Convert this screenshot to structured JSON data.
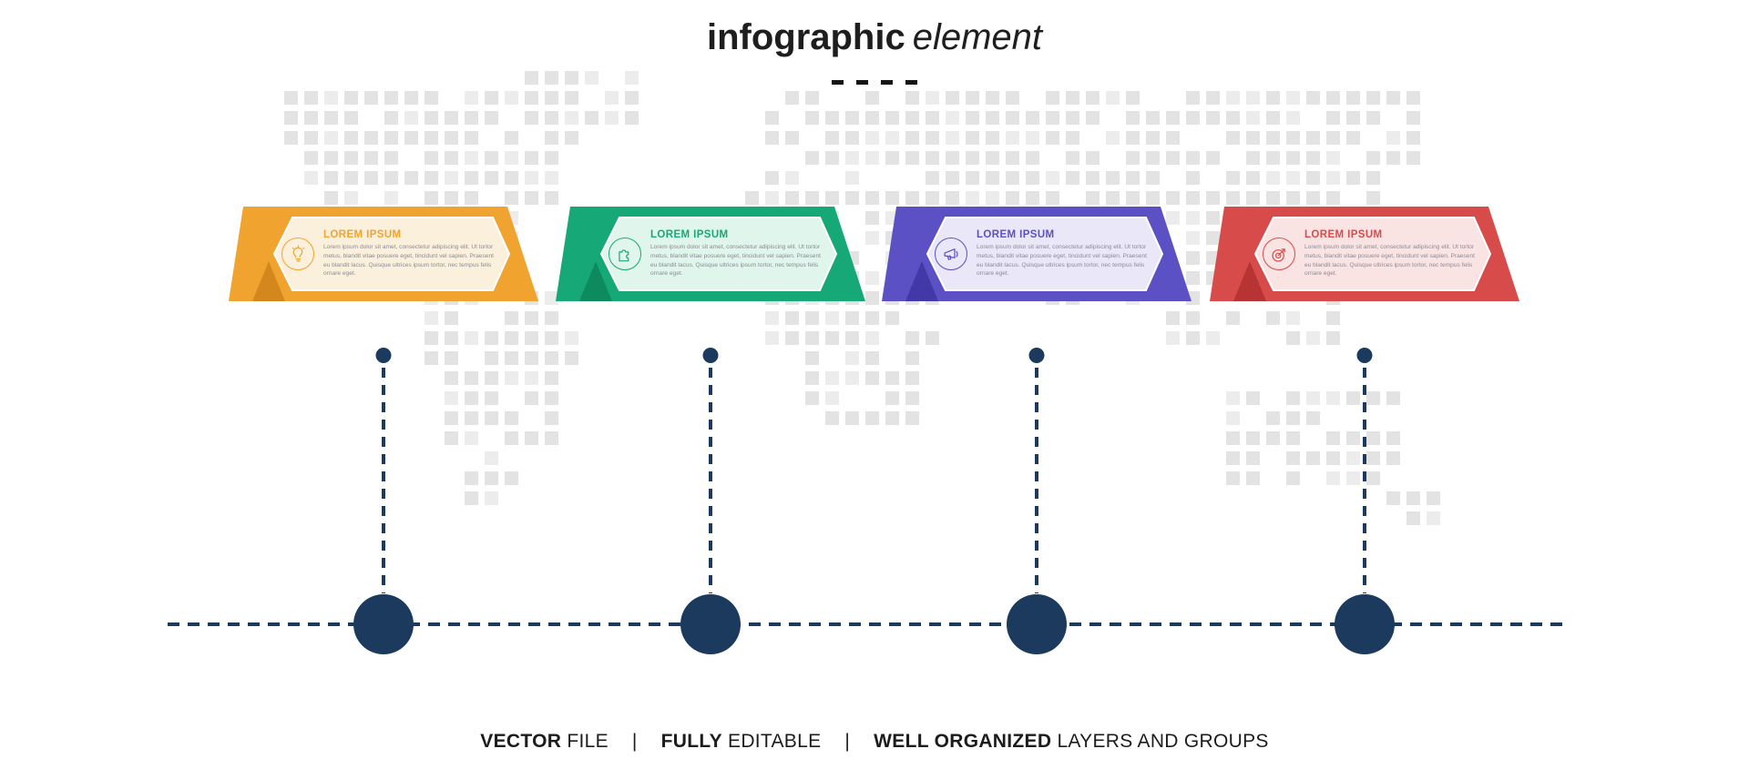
{
  "header": {
    "title_bold": "infographic",
    "title_italic": "element"
  },
  "decor": {
    "map_pixel_color": "#E3E3E3",
    "title_dash_color": "#151515"
  },
  "steps": [
    {
      "title": "LOREM IPSUM",
      "body": "Lorem ipsum dolor sit amet, consectetur adipiscing elit. Ut tortor metus, blandit vitae posuere eget, tincidunt vel sapien. Praesent eu blandit lacus. Quisque ultrices ipsum tortor, nec tempus felis ornare eget.",
      "icon": "lightbulb-icon",
      "color_main": "#F0A32F",
      "color_dark": "#D4871C",
      "color_light": "#FBF0DB"
    },
    {
      "title": "LOREM IPSUM",
      "body": "Lorem ipsum dolor sit amet, consectetur adipiscing elit. Ut tortor metus, blandit vitae posuere eget, tincidunt vel sapien. Praesent eu blandit lacus. Quisque ultrices ipsum tortor, nec tempus felis ornare eget.",
      "icon": "puzzle-icon",
      "color_main": "#17A877",
      "color_dark": "#0E8A5F",
      "color_light": "#E0F5EB"
    },
    {
      "title": "LOREM IPSUM",
      "body": "Lorem ipsum dolor sit amet, consectetur adipiscing elit. Ut tortor metus, blandit vitae posuere eget, tincidunt vel sapien. Praesent eu blandit lacus. Quisque ultrices ipsum tortor, nec tempus felis ornare eget.",
      "icon": "megaphone-icon",
      "color_main": "#5B51C5",
      "color_dark": "#4238A8",
      "color_light": "#E9E7F8"
    },
    {
      "title": "LOREM IPSUM",
      "body": "Lorem ipsum dolor sit amet, consectetur adipiscing elit. Ut tortor metus, blandit vitae posuere eget, tincidunt vel sapien. Praesent eu blandit lacus. Quisque ultrices ipsum tortor, nec tempus felis ornare eget.",
      "icon": "target-icon",
      "color_main": "#D84B4B",
      "color_dark": "#B83434",
      "color_light": "#FAE3E3"
    }
  ],
  "timeline": {
    "color": "#1B3A5E"
  },
  "footer": {
    "segments": [
      {
        "text": "VECTOR",
        "bold": true
      },
      {
        "text": " FILE",
        "bold": false
      },
      {
        "text": "|",
        "separator": true
      },
      {
        "text": "FULLY",
        "bold": true
      },
      {
        "text": " EDITABLE",
        "bold": false
      },
      {
        "text": "|",
        "separator": true
      },
      {
        "text": "WELL ORGANIZED",
        "bold": true
      },
      {
        "text": " LAYERS AND GROUPS",
        "bold": false
      }
    ]
  }
}
